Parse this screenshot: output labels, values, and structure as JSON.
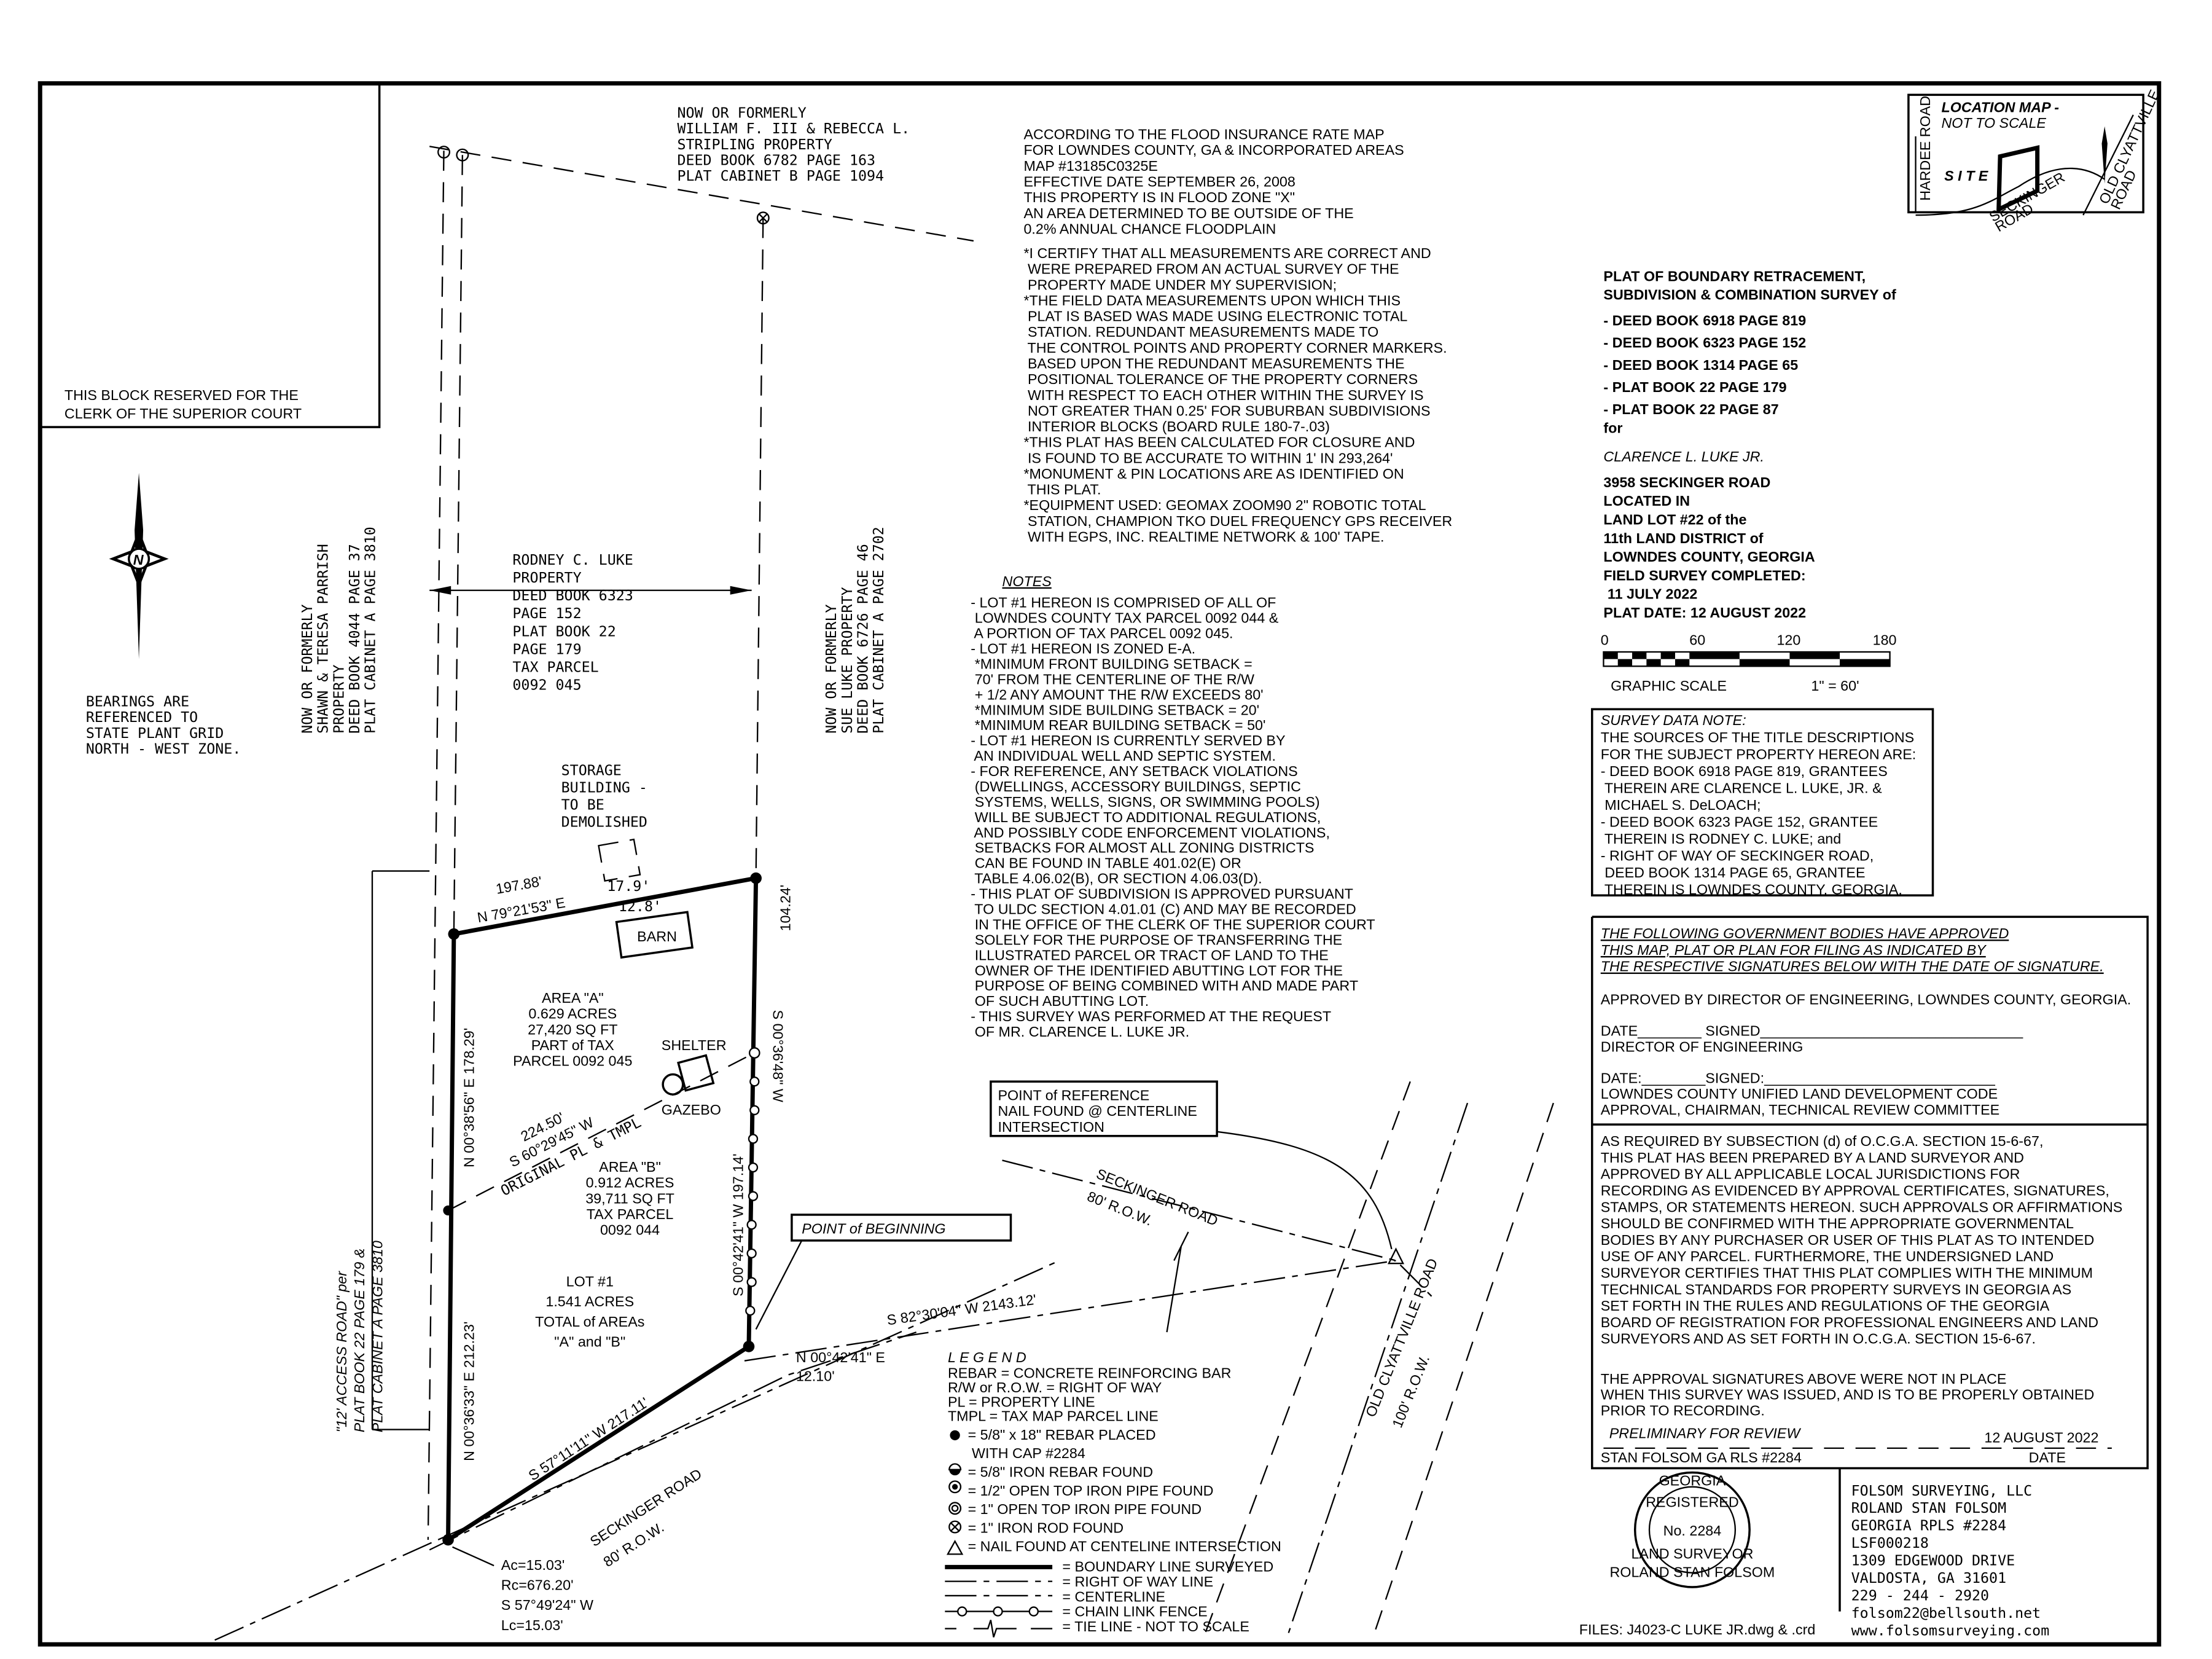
{
  "clerk_block": {
    "lines": [
      "THIS BLOCK RESERVED FOR THE",
      "CLERK OF THE SUPERIOR COURT"
    ]
  },
  "bearings_note": {
    "lines": [
      "BEARINGS ARE",
      "REFERENCED TO",
      "STATE PLANT GRID",
      "NORTH - WEST ZONE."
    ]
  },
  "north_arrow": {
    "icon": "north-arrow-icon",
    "letter": "N"
  },
  "adjoiners": {
    "parrish": [
      "NOW OR FORMERLY",
      "SHAWN & TERESA PARRISH",
      "PROPERTY",
      "DEED BOOK 4044 PAGE 37",
      "PLAT CABINET A PAGE 3810"
    ],
    "stripling": [
      "NOW OR FORMERLY",
      "WILLIAM F. III & REBECCA L.",
      "STRIPLING PROPERTY",
      "DEED BOOK 6782 PAGE 163",
      "PLAT CABINET B PAGE 1094"
    ],
    "rodney": [
      "RODNEY C. LUKE",
      "PROPERTY",
      "DEED BOOK 6323",
      "PAGE 152",
      "PLAT BOOK 22",
      "PAGE 179",
      "TAX PARCEL",
      "0092 045"
    ],
    "sue": [
      "NOW OR FORMERLY",
      "SUE LUKE PROPERTY",
      "DEED BOOK 6726 PAGE 46",
      "PLAT CABINET A PAGE 2702"
    ]
  },
  "access_road": [
    "\"12' ACCESS ROAD\" per",
    "PLAT BOOK 22 PAGE 179 &",
    "PLAT CABINET A PAGE 3810"
  ],
  "plat": {
    "storage": [
      "STORAGE",
      "BUILDING -",
      "TO BE",
      "DEMOLISHED"
    ],
    "dim_179": "17.9'",
    "dim_128": "12.8'",
    "barn": "BARN",
    "shelter": "SHELTER",
    "gazebo": "GAZEBO",
    "north_dist": "197.88'",
    "north_bearing": "N 79°21'53\" E",
    "west_upper": "N 00°38'56\" E   178.29'",
    "west_lower": "N 00°36'33\" E   212.23'",
    "east_upper_bearing": "S 00°36'48\" W",
    "east_upper_dist": "104.24'",
    "east_lower": "S 00°42'41\" W   197.14'",
    "south": "S 57°11'11\" W   217.11'",
    "original_dist": "224.50'",
    "original_bearing": "S 60°29'45\" W",
    "original_label": "ORIGINAL PL & TMPL",
    "area_a": [
      "AREA \"A\"",
      "0.629 ACRES",
      "27,420 SQ FT",
      "PART of TAX",
      "PARCEL 0092 045"
    ],
    "area_b": [
      "AREA \"B\"",
      "0.912 ACRES",
      "39,711 SQ FT",
      "TAX PARCEL",
      "0092 044"
    ],
    "lot": [
      "LOT #1",
      "1.541 ACRES",
      "TOTAL of AREAs",
      "\"A\" and \"B\""
    ],
    "pob": "POINT of BEGINNING",
    "por": [
      "POINT of REFERENCE",
      "NAIL FOUND @ CENTERLINE",
      "INTERSECTION"
    ],
    "tie": "S 82°30'04\" W   2143.12'",
    "pob_tie": [
      "N 00°42'41\" E",
      "12.10'"
    ],
    "curve": [
      "Ac=15.03'",
      "Rc=676.20'",
      "S 57°49'24\" W",
      "Lc=15.03'"
    ],
    "road_sw": [
      "SECKINGER ROAD",
      "80' R.O.W."
    ],
    "road_ne": [
      "SECKINGER ROAD",
      "80' R.O.W."
    ],
    "road_old": [
      "OLD CLYATTVILLE ROAD",
      "100' R.O.W."
    ]
  },
  "flood": {
    "lines": [
      "ACCORDING TO THE FLOOD INSURANCE RATE MAP",
      "FOR LOWNDES COUNTY, GA & INCORPORATED AREAS",
      "MAP                    #13185C0325E",
      "EFFECTIVE DATE  SEPTEMBER 26, 2008",
      "THIS PROPERTY IS IN FLOOD ZONE \"X\"",
      "AN AREA DETERMINED TO BE OUTSIDE OF THE",
      "0.2% ANNUAL CHANCE FLOODPLAIN"
    ]
  },
  "certify": {
    "lines": [
      "*I CERTIFY THAT ALL MEASUREMENTS ARE CORRECT AND",
      "  WERE PREPARED FROM AN ACTUAL SURVEY OF THE",
      "  PROPERTY MADE UNDER MY SUPERVISION;",
      "*THE FIELD DATA MEASUREMENTS UPON WHICH THIS",
      "  PLAT IS BASED WAS MADE USING ELECTRONIC TOTAL",
      "  STATION. REDUNDANT MEASUREMENTS MADE TO",
      "  THE CONTROL POINTS AND PROPERTY CORNER MARKERS.",
      "  BASED UPON THE REDUNDANT MEASUREMENTS THE",
      "  POSITIONAL TOLERANCE OF THE PROPERTY CORNERS",
      "  WITH RESPECT TO EACH OTHER WITHIN THE SURVEY IS",
      "  NOT GREATER THAN 0.25' FOR SUBURBAN SUBDIVISIONS",
      "  INTERIOR BLOCKS (BOARD RULE 180-7-.03)",
      "*THIS PLAT HAS BEEN CALCULATED FOR CLOSURE AND",
      "  IS FOUND TO BE ACCURATE TO WITHIN 1' IN 293,264'",
      "*MONUMENT & PIN LOCATIONS ARE AS IDENTIFIED ON",
      "  THIS PLAT.",
      "*EQUIPMENT USED: GEOMAX ZOOM90 2\" ROBOTIC TOTAL",
      "  STATION, CHAMPION TKO DUEL FREQUENCY GPS RECEIVER",
      "  WITH EGPS, INC. REALTIME NETWORK & 100' TAPE."
    ]
  },
  "notes": {
    "title": "NOTES",
    "lines": [
      "-  LOT #1 HEREON IS COMPRISED OF ALL OF",
      "   LOWNDES COUNTY TAX PARCEL 0092 044 &",
      "   A PORTION OF TAX PARCEL 0092 045.",
      "-  LOT #1 HEREON IS ZONED E-A.",
      "   *MINIMUM FRONT BUILDING SETBACK =",
      "    70' FROM THE CENTERLINE OF THE R/W",
      "    + 1/2 ANY AMOUNT THE R/W EXCEEDS 80'",
      "   *MINIMUM SIDE BUILDING SETBACK = 20'",
      "   *MINIMUM REAR BUILDING SETBACK = 50'",
      "-  LOT #1 HEREON IS CURRENTLY SERVED BY",
      "   AN INDIVIDUAL WELL AND SEPTIC SYSTEM.",
      "-  FOR REFERENCE, ANY SETBACK VIOLATIONS",
      "   (DWELLINGS, ACCESSORY BUILDINGS, SEPTIC",
      "   SYSTEMS, WELLS, SIGNS, OR SWIMMING POOLS)",
      "   WILL BE SUBJECT TO ADDITIONAL REGULATIONS,",
      "   AND POSSIBLY CODE ENFORCEMENT VIOLATIONS,",
      "   SETBACKS FOR ALMOST ALL ZONING DISTRICTS",
      "   CAN BE FOUND IN TABLE 401.02(E) OR",
      "   TABLE 4.06.02(B), OR SECTION 4.06.03(D).",
      "-  THIS PLAT OF SUBDIVISION IS APPROVED PURSUANT",
      "   TO ULDC SECTION 4.01.01 (C) AND MAY BE RECORDED",
      "   IN THE OFFICE OF THE CLERK OF THE SUPERIOR COURT",
      "   SOLELY FOR THE PURPOSE OF TRANSFERRING THE",
      "   ILLUSTRATED PARCEL OR TRACT OF LAND TO THE",
      "   OWNER OF THE IDENTIFIED ABUTTING LOT FOR THE",
      "   PURPOSE OF BEING COMBINED WITH AND MADE PART",
      "   OF SUCH ABUTTING LOT.",
      "-  THIS SURVEY WAS PERFORMED AT THE REQUEST",
      "   OF MR. CLARENCE L. LUKE JR."
    ]
  },
  "legend": {
    "title": "L E G E N D",
    "abbrev": [
      "REBAR = CONCRETE REINFORCING BAR",
      "R/W or R.O.W. = RIGHT OF WAY",
      "PL = PROPERTY LINE",
      "TMPL = TAX MAP PARCEL LINE"
    ],
    "symbols": [
      {
        "icon": "rebar-placed-icon",
        "label": "= 5/8\" x 18\" REBAR PLACED"
      },
      {
        "icon": "",
        "label": "     WITH CAP #2284"
      },
      {
        "icon": "rebar-found-icon",
        "label": "= 5/8\" IRON REBAR FOUND"
      },
      {
        "icon": "half-inch-pipe-icon",
        "label": "= 1/2\" OPEN TOP IRON PIPE FOUND"
      },
      {
        "icon": "one-inch-pipe-icon",
        "label": "= 1\" OPEN TOP IRON PIPE FOUND"
      },
      {
        "icon": "iron-rod-icon",
        "label": "= 1\" IRON ROD FOUND"
      },
      {
        "icon": "nail-triangle-icon",
        "label": "= NAIL FOUND AT CENTELINE INTERSECTION"
      }
    ],
    "lines": [
      "= BOUNDARY LINE SURVEYED",
      "= RIGHT OF WAY LINE",
      "= CENTERLINE",
      "= CHAIN LINK FENCE",
      "= TIE LINE - NOT TO SCALE"
    ]
  },
  "location_map": {
    "title": "LOCATION MAP -",
    "subtitle": "NOT TO SCALE",
    "site": "S I T E",
    "hardee": "HARDEE ROAD",
    "seckinger": [
      "SECKINGER",
      "ROAD"
    ],
    "clyattville": [
      "OLD  CLYATTVILLE",
      "ROAD"
    ]
  },
  "title_block": {
    "heading": [
      "PLAT OF BOUNDARY RETRACEMENT,",
      "SUBDIVISION & COMBINATION SURVEY of"
    ],
    "books": [
      "- DEED BOOK 6918 PAGE 819",
      "- DEED BOOK 6323 PAGE 152",
      "- DEED BOOK 1314 PAGE 65",
      "- PLAT BOOK 22 PAGE 179",
      "- PLAT BOOK 22 PAGE 87"
    ],
    "for": "for",
    "client": "CLARENCE L. LUKE JR.",
    "location": [
      "3958 SECKINGER ROAD",
      "LOCATED IN",
      "LAND LOT #22 of the",
      "11th LAND DISTRICT of",
      "LOWNDES COUNTY, GEORGIA",
      "FIELD SURVEY COMPLETED:",
      "            11 JULY 2022",
      "PLAT DATE: 12 AUGUST 2022"
    ]
  },
  "scale": {
    "ticks": [
      "0",
      "60",
      "120",
      "180"
    ],
    "label": "GRAPHIC SCALE",
    "ratio": "1\" = 60'"
  },
  "survey_data_note": {
    "title": "SURVEY DATA NOTE:",
    "lines": [
      "THE SOURCES OF THE TITLE DESCRIPTIONS",
      "FOR THE SUBJECT PROPERTY HEREON ARE:",
      "- DEED BOOK 6918 PAGE 819, GRANTEES",
      "  THEREIN ARE CLARENCE L. LUKE, JR. &",
      "  MICHAEL S. DeLOACH;",
      "- DEED BOOK 6323 PAGE 152, GRANTEE",
      "  THEREIN IS RODNEY C. LUKE; and",
      "- RIGHT OF WAY OF SECKINGER ROAD,",
      "  DEED BOOK 1314 PAGE 65, GRANTEE",
      "  THEREIN IS LOWNDES COUNTY, GEORGIA."
    ]
  },
  "approval": {
    "heading": [
      "THE FOLLOWING GOVERNMENT BODIES HAVE APPROVED",
      "THIS MAP, PLAT OR PLAN FOR FILING AS INDICATED BY",
      "THE RESPECTIVE SIGNATURES BELOW  WITH THE DATE OF SIGNATURE."
    ],
    "engineering": "APPROVED BY DIRECTOR OF ENGINEERING, LOWNDES COUNTY, GEORGIA.",
    "sig1": [
      "DATE________  SIGNED_________________________________",
      "DIRECTOR OF ENGINEERING"
    ],
    "sig2": [
      "DATE:________SIGNED:_____________________________",
      "LOWNDES COUNTY UNIFIED LAND DEVELOPMENT CODE",
      "APPROVAL, CHAIRMAN, TECHNICAL REVIEW COMMITTEE"
    ],
    "ocga": [
      "AS REQUIRED BY SUBSECTION (d) of O.C.G.A. SECTION 15-6-67,",
      "THIS PLAT HAS BEEN PREPARED BY A LAND SURVEYOR AND",
      "APPROVED BY ALL APPLICABLE LOCAL JURISDICTIONS FOR",
      "RECORDING AS EVIDENCED BY APPROVAL CERTIFICATES, SIGNATURES,",
      "STAMPS, OR STATEMENTS HEREON. SUCH APPROVALS OR AFFIRMATIONS",
      "SHOULD BE CONFIRMED WITH THE APPROPRIATE GOVERNMENTAL",
      "BODIES BY ANY PURCHASER OR USER OF THIS PLAT AS TO INTENDED",
      "USE OF ANY PARCEL. FURTHERMORE, THE UNDERSIGNED LAND",
      "SURVEYOR CERTIFIES THAT THIS PLAT COMPLIES WITH THE MINIMUM",
      "TECHNICAL STANDARDS FOR PROPERTY SURVEYS IN GEORGIA AS",
      "SET FORTH IN THE RULES AND REGULATIONS OF THE GEORGIA",
      "BOARD OF REGISTRATION FOR PROFESSIONAL ENGINEERS AND LAND",
      "SURVEYORS AND AS SET FORTH IN O.C.G.A. SECTION 15-6-67."
    ],
    "not_in_place": [
      "THE APPROVAL SIGNATURES ABOVE WERE NOT IN PLACE",
      "WHEN THIS SURVEY WAS ISSUED, AND IS TO BE PROPERLY OBTAINED",
      "PRIOR TO RECORDING."
    ],
    "preliminary": "PRELIMINARY FOR REVIEW",
    "prelim_date": "12 AUGUST 2022",
    "surveyor_sig": "STAN FOLSOM GA RLS #2284",
    "date_label": "DATE"
  },
  "seal": {
    "top": "GEORGIA",
    "registered": "REGISTERED",
    "number": "No. 2284",
    "land_surveyor": "LAND SURVEYOR",
    "name": "ROLAND STAN FOLSOM"
  },
  "company": {
    "lines": [
      "FOLSOM SURVEYING, LLC",
      "ROLAND STAN FOLSOM",
      "GEORGIA RPLS #2284",
      "LSF000218",
      "1309 EDGEWOOD DRIVE",
      "VALDOSTA, GA 31601",
      "229 - 244 - 2920",
      "folsom22@bellsouth.net",
      "www.folsomsurveying.com"
    ]
  },
  "files": "FILES: J4023-C LUKE JR.dwg & .crd"
}
